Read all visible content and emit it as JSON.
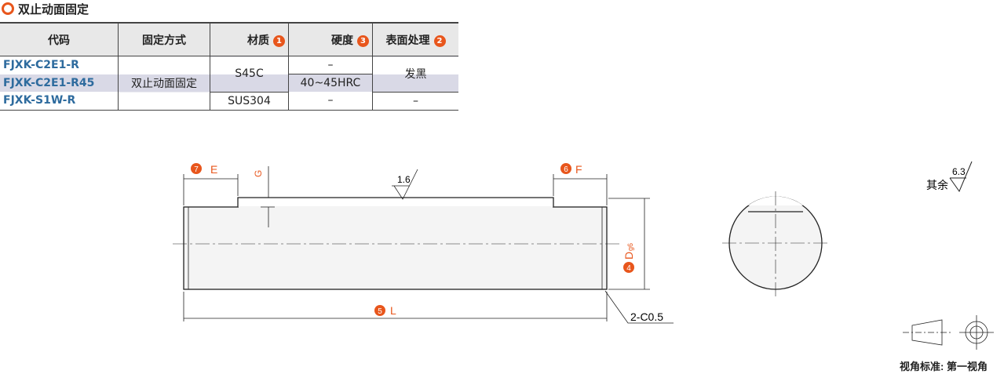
{
  "section_title": "双止动面固定",
  "table": {
    "headers": [
      {
        "label": "代码"
      },
      {
        "label": "固定方式"
      },
      {
        "label": "材质",
        "badge": "1"
      },
      {
        "label": "硬度",
        "badge": "3"
      },
      {
        "label": "表面处理",
        "badge": "2"
      }
    ],
    "codes": [
      "FJXK-C2E1-R",
      "FJXK-C2E1-R45",
      "FJXK-S1W-R"
    ],
    "fixing": "双止动面固定",
    "material_s45c": "S45C",
    "material_sus": "SUS304",
    "hardness": [
      "–",
      "40~45HRC",
      "–"
    ],
    "surface_black": "发黑",
    "surface_none": "–"
  },
  "drawing": {
    "E": "E",
    "E_num": "7",
    "F": "F",
    "F_num": "6",
    "G": "G",
    "D": "D",
    "D_tol": "g6",
    "D_num": "4",
    "L": "L",
    "L_num": "5",
    "roughness_main": "1.6",
    "chamfer": "2-C0.5",
    "other_label": "其余",
    "other_roughness": "6.3",
    "projection": "视角标准: 第一视角"
  },
  "colors": {
    "accent": "#e8561c",
    "code": "#2e6b9e"
  }
}
